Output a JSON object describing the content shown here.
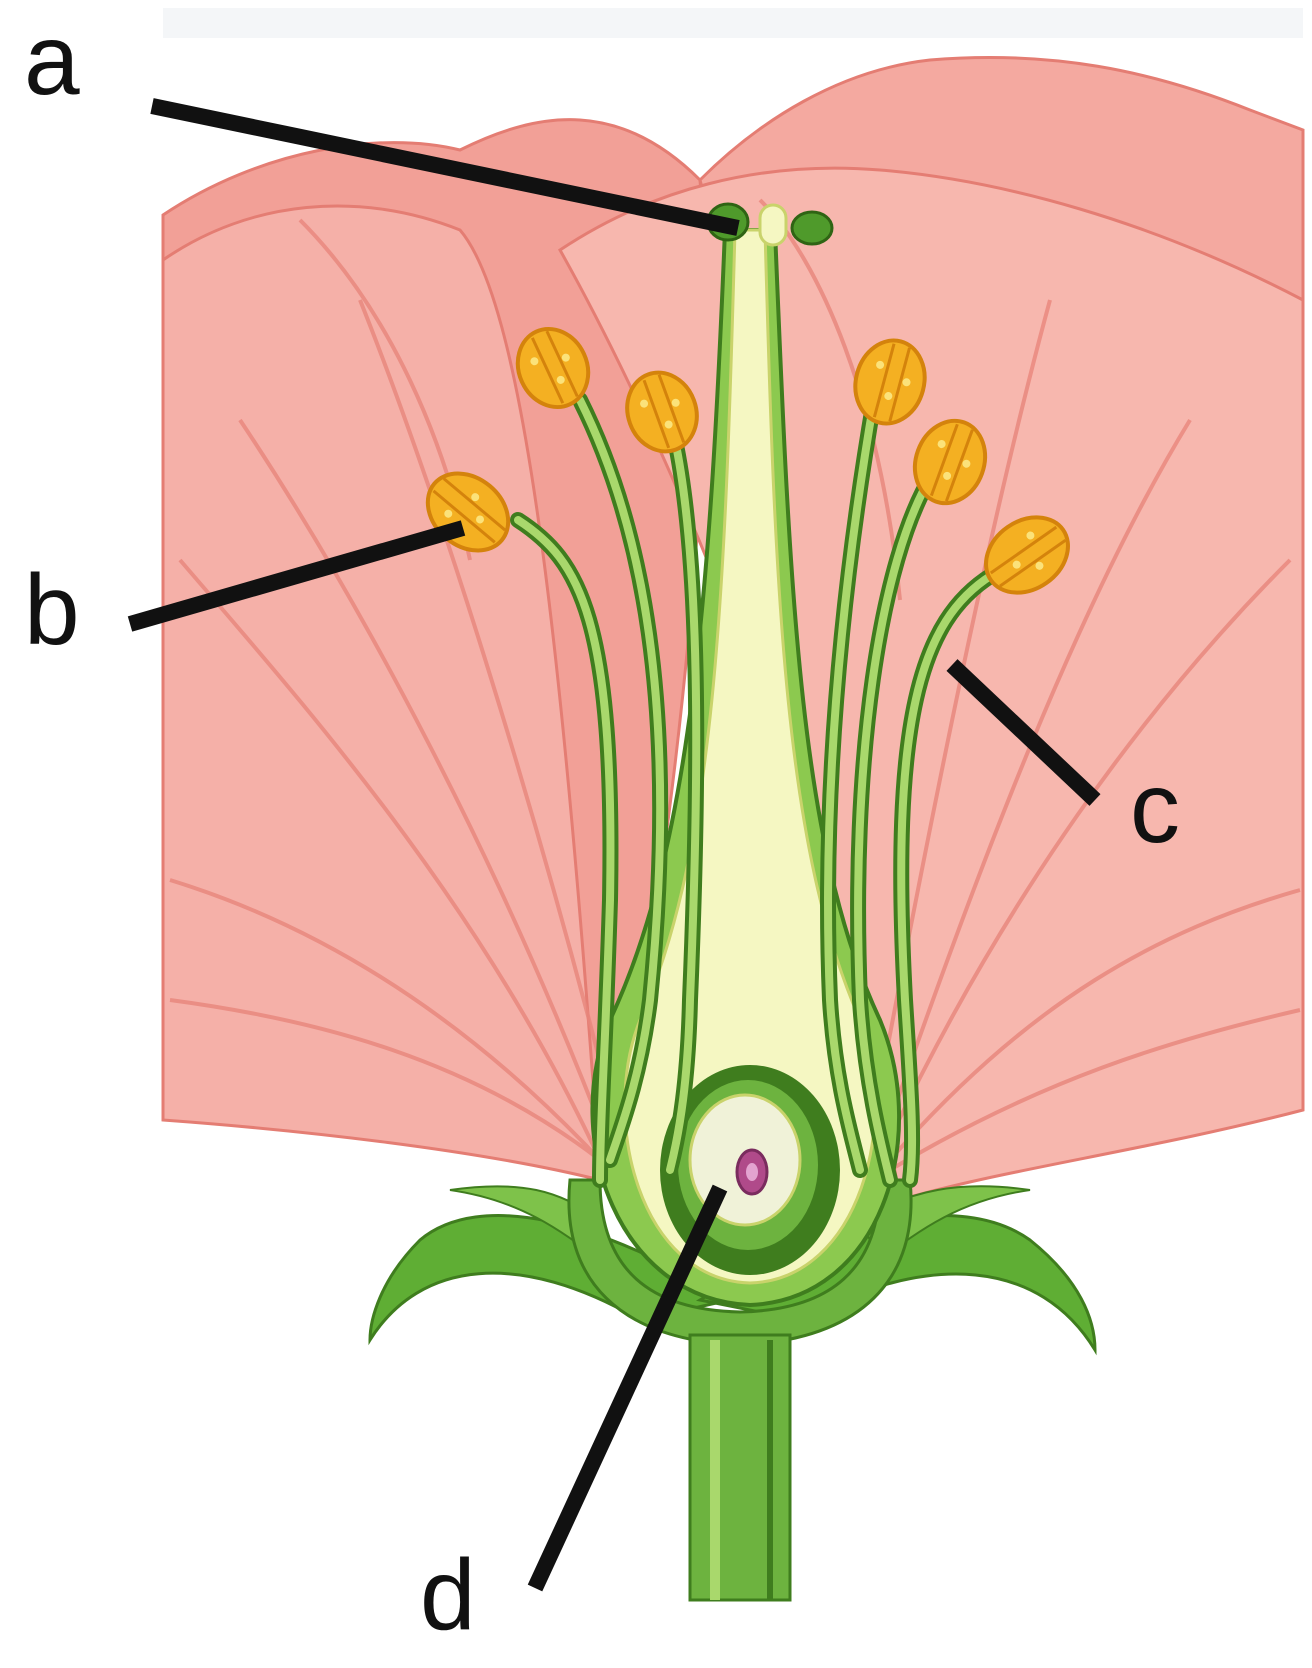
{
  "labels": {
    "a": "a",
    "b": "b",
    "c": "c",
    "d": "d"
  },
  "colors": {
    "petal": "#f4a7a0",
    "petal_dark": "#e77f76",
    "petal_light": "#f9c6c0",
    "green_dark": "#3f7d1e",
    "green_mid": "#6db33f",
    "green_light": "#a9d86c",
    "style_yellow": "#f5f7c2",
    "anther": "#f4b022",
    "ovule": "#f0f2d8",
    "nucleus": "#b04a8a",
    "leader_line": "#111111"
  }
}
